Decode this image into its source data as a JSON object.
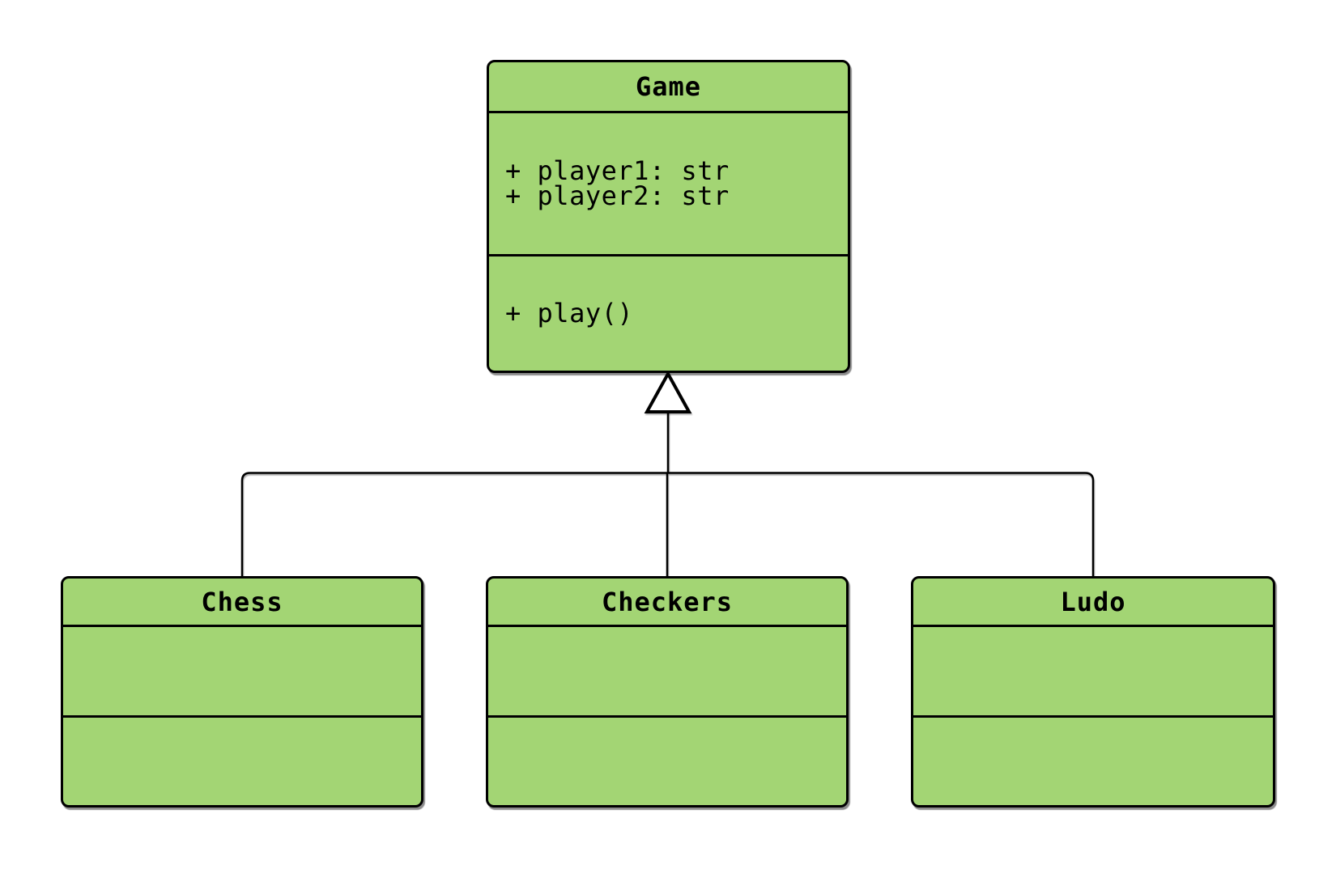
{
  "colors": {
    "background": "#ffffff",
    "box_fill": "#a3d574",
    "box_border": "#000000",
    "connector_line": "#000000",
    "arrowhead_fill": "#ffffff",
    "text": "#000000"
  },
  "classes": [
    {
      "name": "Game",
      "attributes": [
        "+ player1: str",
        "+ player2: str"
      ],
      "methods": [
        "+ play()"
      ]
    },
    {
      "name": "Chess",
      "attributes": [],
      "methods": []
    },
    {
      "name": "Checkers",
      "attributes": [],
      "methods": []
    },
    {
      "name": "Ludo",
      "attributes": [],
      "methods": []
    }
  ],
  "relations": [
    {
      "from": "Chess",
      "to": "Game",
      "type": "inheritance"
    },
    {
      "from": "Checkers",
      "to": "Game",
      "type": "inheritance"
    },
    {
      "from": "Ludo",
      "to": "Game",
      "type": "inheritance"
    }
  ]
}
